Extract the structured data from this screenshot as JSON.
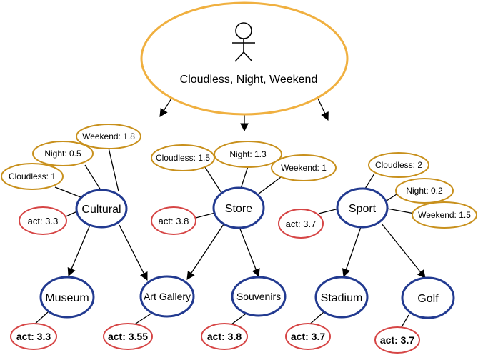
{
  "user_context": {
    "text": "Cloudless, Night, Weekend",
    "icon": "person-icon"
  },
  "colors": {
    "context_stroke": "#f0b040",
    "condition_stroke": "#c8901c",
    "category_stroke": "#223a90",
    "act_stroke": "#d64545",
    "edge": "#000000"
  },
  "categories": [
    {
      "label": "Cultural",
      "act": "act: 3.3",
      "conditions": [
        "Cloudless: 1",
        "Night: 0.5",
        "Weekend: 1.8"
      ],
      "children": [
        {
          "label": "Museum",
          "act": "act: 3.3"
        },
        {
          "label": "Art Gallery",
          "act": "act: 3.55"
        }
      ]
    },
    {
      "label": "Store",
      "act": "act: 3.8",
      "conditions": [
        "Cloudless: 1.5",
        "Night: 1.3",
        "Weekend: 1"
      ],
      "children": [
        {
          "label": "Souvenirs",
          "act": "act: 3.8"
        }
      ]
    },
    {
      "label": "Sport",
      "act": "act: 3.7",
      "conditions": [
        "Cloudless: 2",
        "Night: 0.2",
        "Weekend: 1.5"
      ],
      "children": [
        {
          "label": "Stadium",
          "act": "act: 3.7"
        },
        {
          "label": "Golf",
          "act": "act: 3.7"
        }
      ]
    }
  ]
}
